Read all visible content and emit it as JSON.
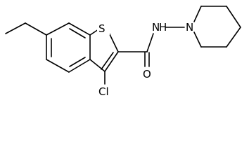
{
  "molecule": {
    "atoms": {
      "sulfur": "S",
      "nitrogen_amide": "N",
      "hydrogen_amide": "H",
      "nitrogen_ring": "N",
      "oxygen": "O",
      "chlorine": "Cl"
    },
    "colors": {
      "bond": "#000000",
      "label": "#000000",
      "background": "#ffffff"
    }
  }
}
